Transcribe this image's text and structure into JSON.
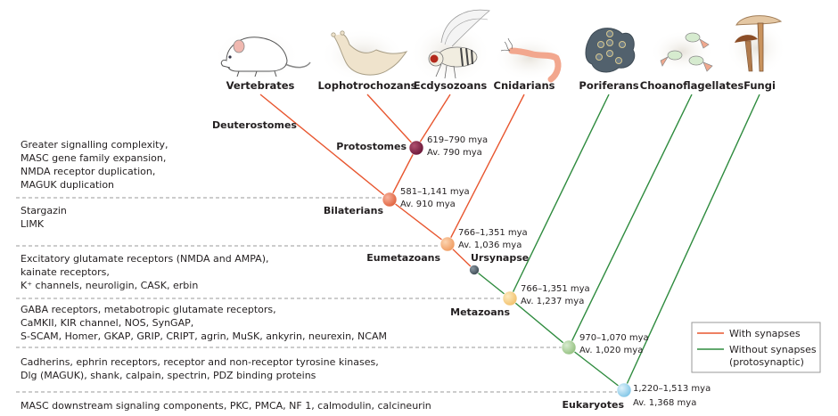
{
  "colors": {
    "with_synapses": "#e8562f",
    "without_synapses": "#2e8b3e",
    "dash": "#9a9a9a"
  },
  "taxa": [
    {
      "name": "Vertebrates",
      "icon": "mouse-icon"
    },
    {
      "name": "Lophotrochozans",
      "icon": "slug-icon"
    },
    {
      "name": "Ecdysozoans",
      "icon": "fly-icon"
    },
    {
      "name": "Cnidarians",
      "icon": "cnidarian-icon"
    },
    {
      "name": "Poriferans",
      "icon": "sponge-icon"
    },
    {
      "name": "Choanoflagellates",
      "icon": "choanoflagellate-icon"
    },
    {
      "name": "Fungi",
      "icon": "mushroom-icon"
    }
  ],
  "clades": {
    "deuterostomes": "Deuterostomes",
    "protostomes": "Protostomes",
    "bilaterians": "Bilaterians",
    "eumetazoans": "Eumetazoans",
    "ursynapse": "Ursynapse",
    "metazoans": "Metazoans",
    "eukaryotes": "Eukaryotes"
  },
  "nodes": [
    {
      "id": "protostomes",
      "range": "619–790 mya",
      "avg": "Av. 790 mya",
      "color": "#7a1f45"
    },
    {
      "id": "bilaterians",
      "range": "581–1,141 mya",
      "avg": "Av. 910 mya",
      "color": "#ec7a5c"
    },
    {
      "id": "eumetazoans",
      "range": "766–1,351 mya",
      "avg": "Av. 1,036 mya",
      "color": "#f5ae7a"
    },
    {
      "id": "ursynapse",
      "range": "",
      "avg": "",
      "color": "#4d5a63"
    },
    {
      "id": "metazoans",
      "range": "766–1,351 mya",
      "avg": "Av. 1,237 mya",
      "color": "#f8d38a"
    },
    {
      "id": "choano-metazoa",
      "range": "970–1,070 mya",
      "avg": "Av. 1,020 mya",
      "color": "#a9cf98"
    },
    {
      "id": "eukaryotes",
      "range": "1,220–1,513 mya",
      "avg": "Av. 1,368 mya",
      "color": "#a6d9ef"
    }
  ],
  "features": [
    {
      "lines": [
        "Greater signalling complexity,",
        "MASC gene family expansion,",
        "NMDA receptor duplication,",
        "MAGUK duplication"
      ]
    },
    {
      "lines": [
        "Stargazin",
        "LIMK"
      ]
    },
    {
      "lines": [
        "Excitatory glutamate receptors (NMDA and AMPA),",
        "kainate receptors,",
        "K⁺ channels, neuroligin, CASK, erbin"
      ]
    },
    {
      "lines": [
        "GABA receptors, metabotropic glutamate receptors,",
        "CaMKII, KIR channel, NOS, SynGAP,",
        "S-SCAM, Homer, GKAP, GRIP, CRIPT, agrin, MuSK, ankyrin, neurexin, NCAM"
      ]
    },
    {
      "lines": [
        "Cadherins, ephrin receptors, receptor and non-receptor tyrosine kinases,",
        "Dlg (MAGUK), shank, calpain, spectrin, PDZ binding proteins"
      ]
    },
    {
      "lines": [
        "MASC downstream signaling components, PKC, PMCA, NF 1, calmodulin, calcineurin"
      ]
    }
  ],
  "legend": {
    "with": "With synapses",
    "without_1": "Without synapses",
    "without_2": "(protosynaptic)"
  }
}
